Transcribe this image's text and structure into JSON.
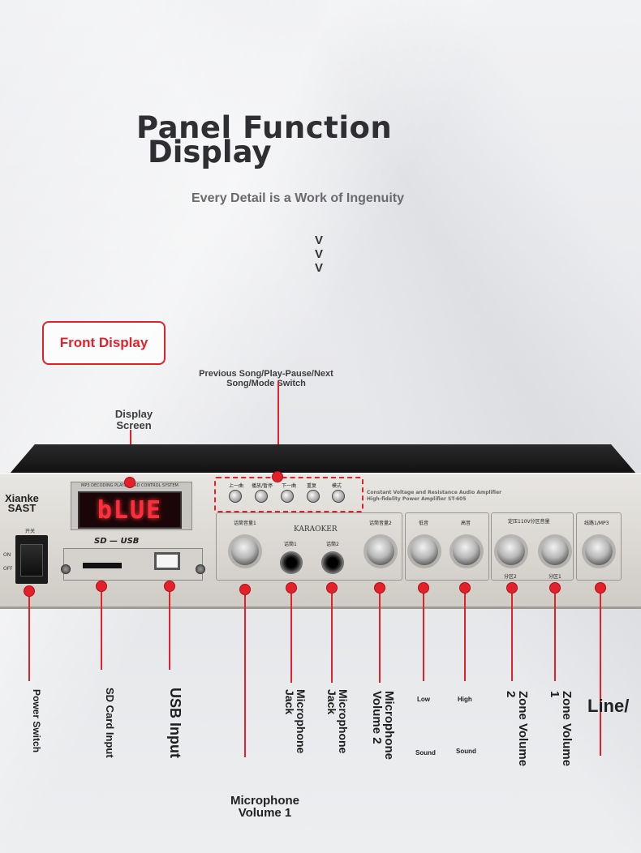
{
  "header": {
    "title_line1": "Panel Function",
    "title_line2": "Display",
    "subtitle": "Every Detail is a Work of Ingenuity",
    "chevron": "V"
  },
  "badge": {
    "label": "Front Display"
  },
  "top_labels": {
    "buttons": [
      "Previous Song/Play-Pause/Next",
      "Song/Mode Switch"
    ],
    "display": [
      "Display",
      "Screen"
    ]
  },
  "amplifier": {
    "brand": [
      "Xianke",
      "SAST"
    ],
    "power_caption": "开关",
    "power_on": "ON",
    "power_off": "OFF",
    "panel_header": "MP3 DECODING PLAYER AND CONTROL SYSTEM",
    "display_text": "bLUE",
    "sd_logo": "SD — USB",
    "button_captions": [
      "上一曲",
      "播放/暂停",
      "下一曲",
      "重复",
      "模式"
    ],
    "model_line1": "Constant Voltage and Resistance Audio Amplifier",
    "model_line2": "High-fidelity Power Amplifier ST-605",
    "logo": "KARAOKER",
    "panel_labels": {
      "mic_vol1": "话筒音量1",
      "mic1": "话筒1",
      "mic2": "话筒2",
      "mic_vol2": "话筒音量2",
      "bass": "低音",
      "treble": "高音",
      "zone_header": "定压110V分区音量",
      "zone2": "分区2",
      "zone1": "分区1",
      "line": "线路1/MP3"
    }
  },
  "bottom_labels": {
    "power_switch": "Power Switch",
    "sd_card": "SD Card Input",
    "usb": "USB Input",
    "mic_jack1": [
      "Microphone",
      "Jack"
    ],
    "mic_jack2": [
      "Microphone",
      "Jack"
    ],
    "mic_vol2": [
      "Microphone",
      "Volume 2"
    ],
    "low": "Low",
    "high": "High",
    "sound1": "Sound",
    "sound2": "Sound",
    "zone_vol2": [
      "Zone Volume",
      "2"
    ],
    "zone_vol1": [
      "Zone Volume",
      "1"
    ],
    "line": "Line/",
    "mic_vol1": [
      "Microphone",
      "Volume 1"
    ]
  }
}
